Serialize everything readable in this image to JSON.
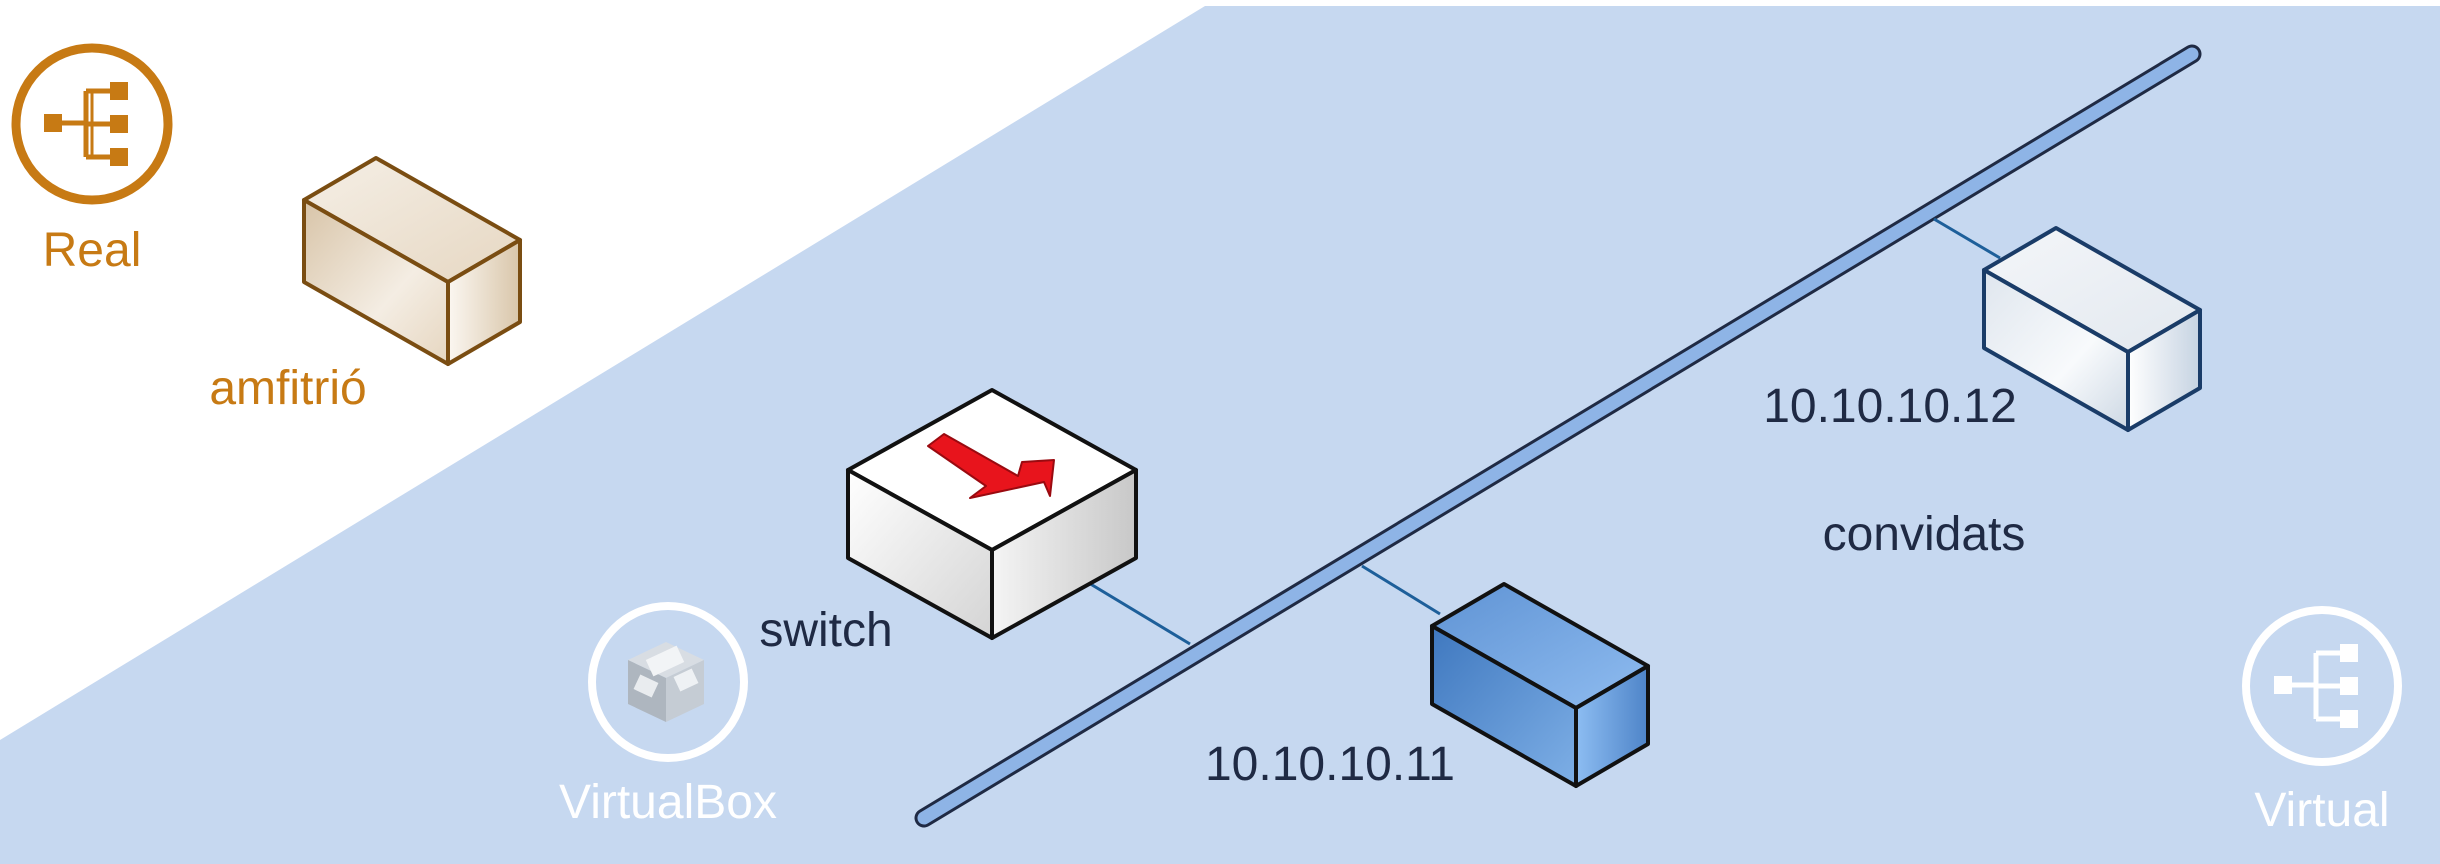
{
  "zones": {
    "real": {
      "label": "Real",
      "color": "#c77a14"
    },
    "virtual": {
      "label": "Virtual",
      "background": "#c6d8f0"
    }
  },
  "hypervisor": {
    "label": "VirtualBox"
  },
  "nodes": {
    "host": {
      "label": "amfitrió"
    },
    "switch": {
      "label": "switch",
      "arrow_color": "#e8141c"
    },
    "guests_group": {
      "label": "convidats"
    },
    "guest1": {
      "ip": "10.10.10.11",
      "color": "#7aa8e0"
    },
    "guest2": {
      "ip": "10.10.10.12"
    }
  },
  "icons": [
    "network-hierarchy-icon",
    "virtualbox-icon"
  ]
}
